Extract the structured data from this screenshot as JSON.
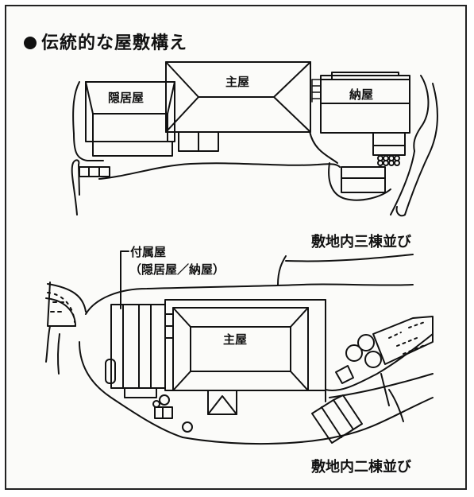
{
  "title": "伝統的な屋敷構え",
  "top_diagram": {
    "caption": "敷地内三棟並び",
    "buildings": {
      "inkyo": "隠居屋",
      "omoya": "主屋",
      "naya": "納屋"
    }
  },
  "bottom_diagram": {
    "caption": "敷地内二棟並び",
    "fuzoku_label": "付属屋",
    "fuzoku_sub": "（隠居屋／納屋）",
    "omoya": "主屋"
  }
}
